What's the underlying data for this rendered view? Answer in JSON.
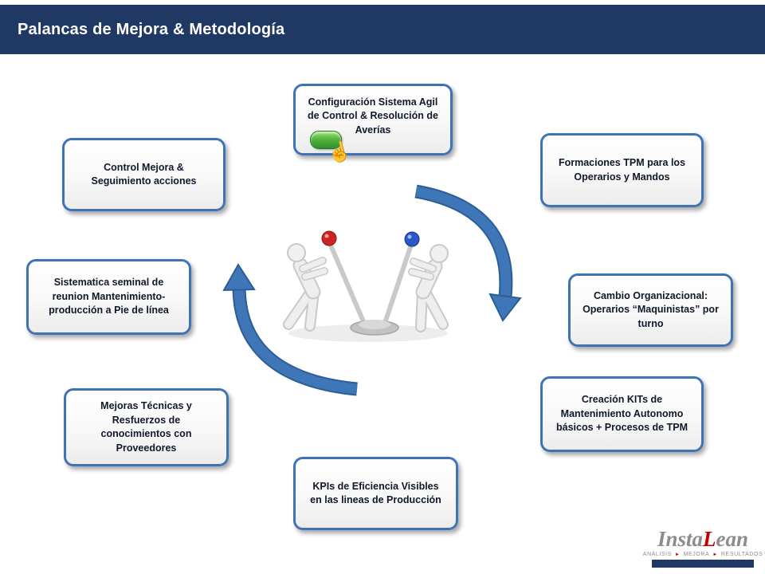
{
  "header": {
    "title": "Palancas de Mejora & Metodología"
  },
  "boxes": [
    {
      "id": "config-sistema-agil",
      "text": "Configuración Sistema Agil de Control & Resolución de Averías"
    },
    {
      "id": "control-mejora",
      "text": "Control Mejora & Seguimiento acciones"
    },
    {
      "id": "formaciones-tpm",
      "text": "Formaciones TPM para los Operarios y Mandos"
    },
    {
      "id": "sistematica-semanal",
      "text": "Sistematica seminal de reunion Mantenimiento-producción a Pie de línea"
    },
    {
      "id": "cambio-organizacional",
      "text": "Cambio Organizacional: Operarios “Maquinistas” por turno"
    },
    {
      "id": "mejoras-tecnicas",
      "text": "Mejoras Técnicas y Resfuerzos de conocimientos con Proveedores"
    },
    {
      "id": "creacion-kits",
      "text": "Creación KITs de Mantenimiento Autonomo básicos + Procesos de TPM"
    },
    {
      "id": "kpis-eficiencia",
      "text": "KPIs de Eficiencia Visibles en las lineas de Producción"
    }
  ],
  "icons": {
    "hand_cursor": "☝",
    "green_button": "green-glossy-button"
  },
  "logo": {
    "brand_prefix": "Insta",
    "brand_accent": "L",
    "brand_suffix": "ean",
    "tagline": [
      "ANÁLISIS",
      "MEJORA",
      "RESULTADOS"
    ],
    "separator": "►"
  },
  "colors": {
    "header_bg": "#1F3864",
    "box_border": "#3E74B6",
    "arrow_blue": "#3E76B8",
    "accent_red": "#C00000",
    "button_green": "#46A33C"
  }
}
